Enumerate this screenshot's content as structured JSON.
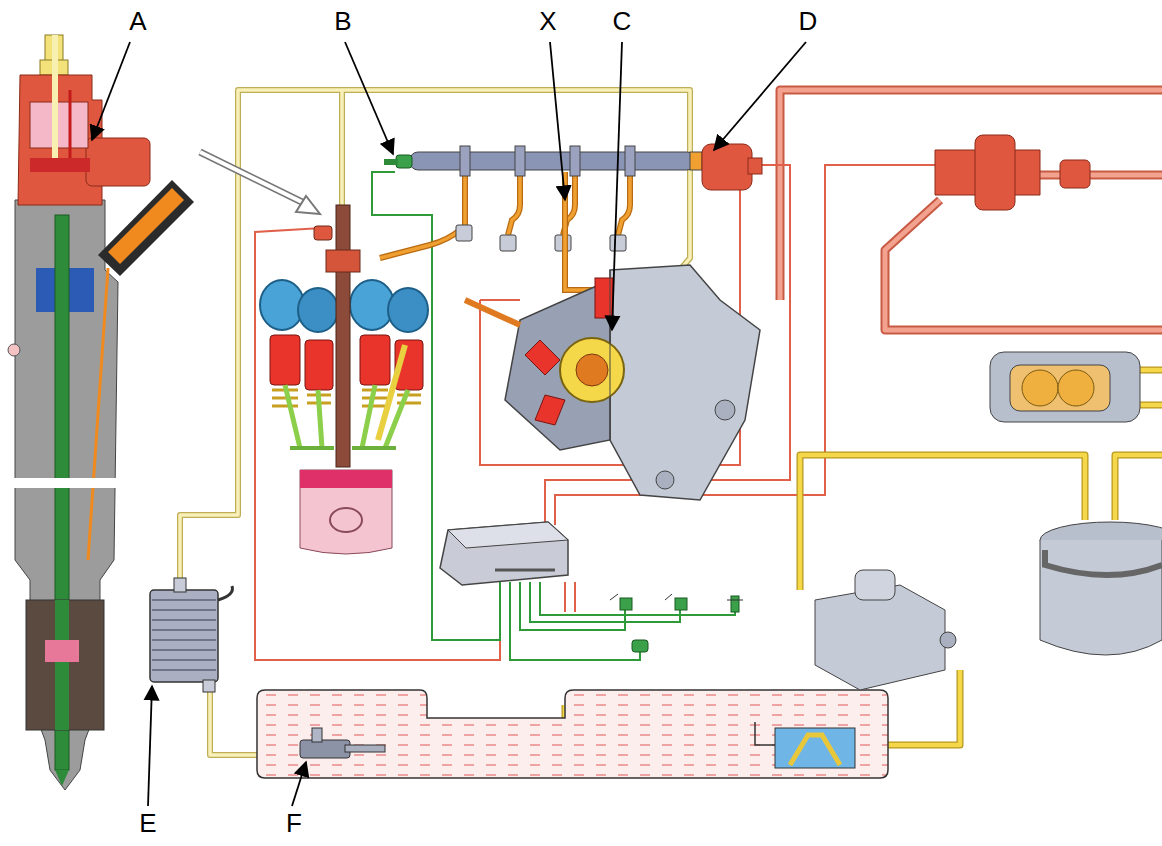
{
  "diagram": {
    "labels": [
      "A",
      "B",
      "X",
      "C",
      "D",
      "E",
      "F"
    ]
  }
}
